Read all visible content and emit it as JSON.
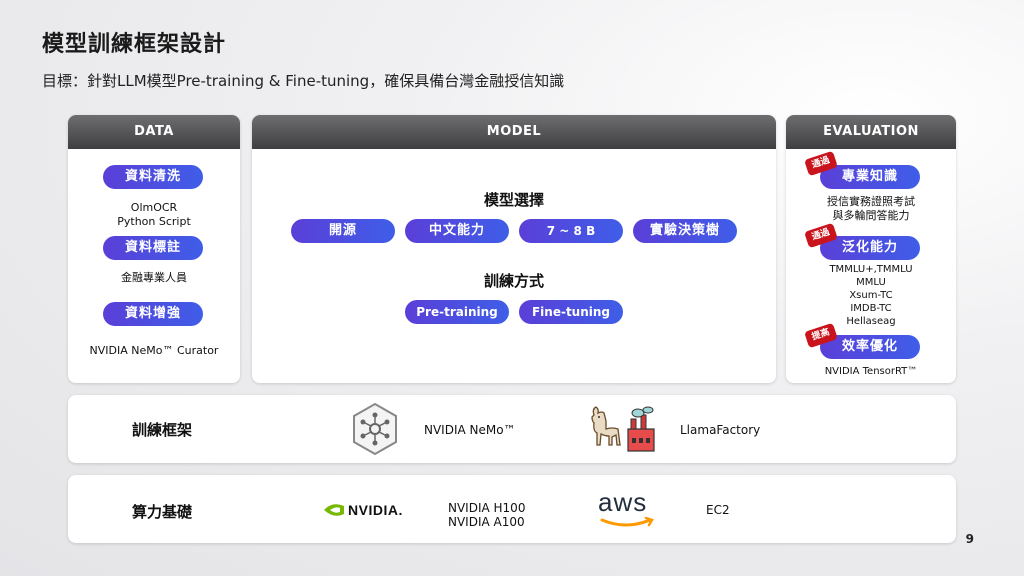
{
  "slide": {
    "title": "模型訓練框架設計",
    "subtitle": "目標：針對LLM模型Pre-training & Fine-tuning，確保具備台灣金融授信知識",
    "page_number": "9"
  },
  "data_card": {
    "header": "DATA",
    "items": [
      {
        "label": "資料清洗",
        "note_lines": [
          "OlmOCR",
          "Python Script"
        ]
      },
      {
        "label": "資料標註",
        "note_lines": [
          "金融專業人員"
        ]
      },
      {
        "label": "資料增強",
        "note_lines": [
          "NVIDIA NeMo™ Curator"
        ]
      }
    ]
  },
  "model_card": {
    "header": "MODEL",
    "selection_title": "模型選擇",
    "selection_options": [
      "開源",
      "中文能力",
      "7 ~ 8 B",
      "實驗決策樹"
    ],
    "training_title": "訓練方式",
    "training_options": [
      "Pre-training",
      "Fine-tuning"
    ]
  },
  "eval_card": {
    "header": "EVALUATION",
    "items": [
      {
        "badge": "通過",
        "label": "專業知識",
        "note_lines": [
          "授信實務證照考試",
          "與多輪問答能力"
        ]
      },
      {
        "badge": "通過",
        "label": "泛化能力",
        "note_lines": [
          "TMMLU+,TMMLU",
          "MMLU",
          "Xsum-TC",
          "IMDB-TC",
          "Hellaseag"
        ]
      },
      {
        "badge": "提高",
        "label": "效率優化",
        "note_lines": [
          "NVIDIA TensorRT™"
        ]
      }
    ]
  },
  "framework_row": {
    "label": "訓練框架",
    "items": [
      {
        "icon": "nemo-hex-icon",
        "text": "NVIDIA NeMo™"
      },
      {
        "icon": "llama-factory-icon",
        "text": "LlamaFactory"
      }
    ]
  },
  "compute_row": {
    "label": "算力基礎",
    "nvidia_logo_text": "NVIDIA.",
    "gpu_lines": [
      "NVIDIA H100",
      "NVIDIA A100"
    ],
    "aws_logo_text": "aws",
    "cloud_text": "EC2"
  },
  "colors": {
    "pill_gradient_start": "#5a3fd8",
    "pill_gradient_end": "#3f5ee8",
    "badge_red": "#c9141d",
    "header_dark": "#3f3f41",
    "nvidia_green": "#76b900",
    "aws_orange": "#ff9900"
  }
}
